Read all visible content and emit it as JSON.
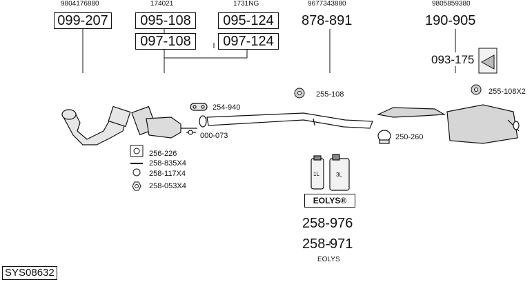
{
  "refs": {
    "r1": "9804176880",
    "r2": "174021",
    "r3": "1731NG",
    "r4": "9677343880",
    "r5": "9805859380"
  },
  "parts": {
    "p099_207": "099-207",
    "p095_108": "095-108",
    "p095_124": "095-124",
    "p097_108": "097-108",
    "p097_124": "097-124",
    "p878_891": "878-891",
    "p190_905": "190-905",
    "p093_175": "093-175",
    "p255_108": "255-108",
    "p255_108x2": "255-108X2",
    "p254_940": "254-940",
    "p000_073": "000-073",
    "p250_260": "250-260",
    "p256_226": "256-226",
    "p258_835x4": "258-835X4",
    "p258_117x4": "258-117X4",
    "p258_053x4": "258-053X4",
    "p258_976": "258-976",
    "p258_971": "258-971"
  },
  "eolys": {
    "badge": "EOLYS®",
    "caption": "EOLYS",
    "bottle_small": "1L",
    "bottle_large": "3L"
  },
  "system_code": "SYS08632",
  "colors": {
    "line": "#111111",
    "part_fill": "#dcdcdc"
  }
}
